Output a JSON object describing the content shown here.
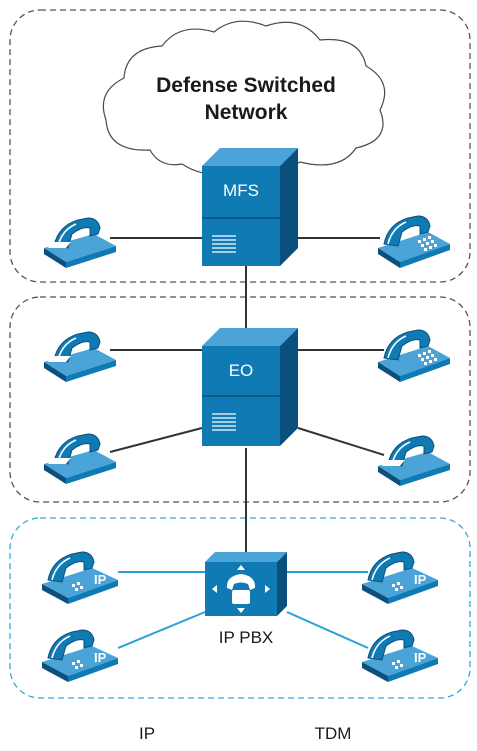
{
  "cloud": {
    "line1": "Defense Switched",
    "line2": "Network"
  },
  "servers": {
    "mfs": "MFS",
    "eo": "EO"
  },
  "pbx": {
    "label": "IP PBX"
  },
  "ip_phone_badge": "IP",
  "footer": {
    "left": "IP",
    "right": "TDM"
  },
  "colors": {
    "device_front": "#0f7ab4",
    "device_top": "#4aa4d8",
    "device_side": "#0b4f7c",
    "tdm_zone_border": "#555555",
    "ip_zone_border": "#3aa7d8",
    "ip_link": "#2aa0d6",
    "tdm_link": "#333333"
  }
}
